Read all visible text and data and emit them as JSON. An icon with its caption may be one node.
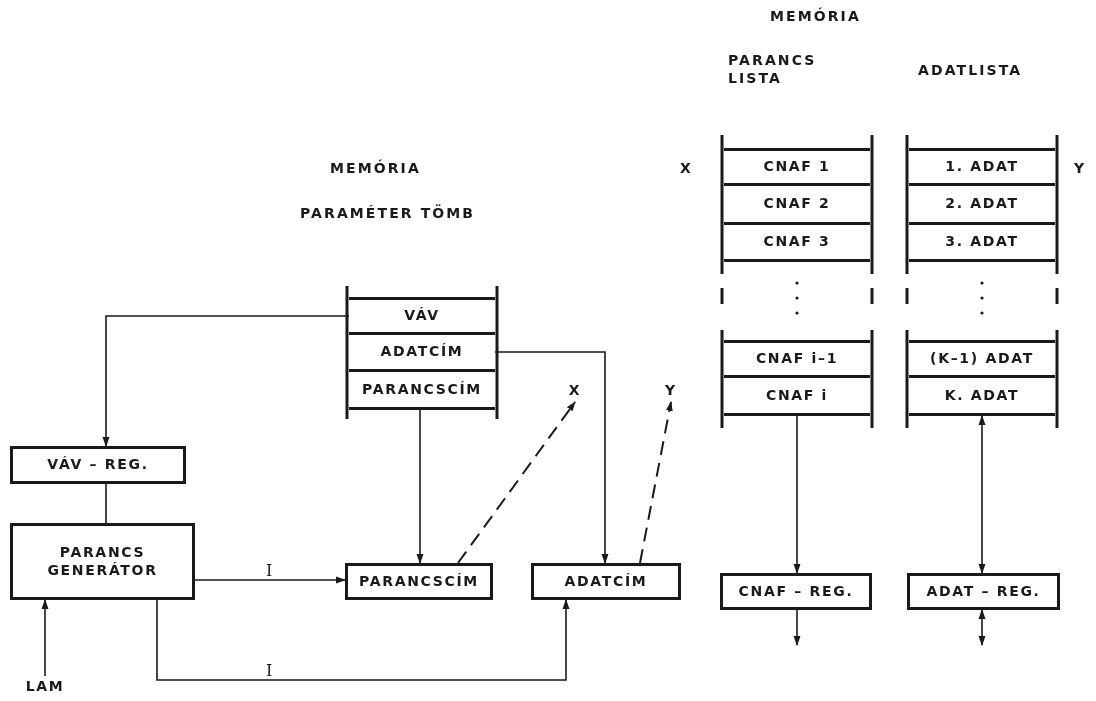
{
  "diagram": {
    "nodes": [
      {
        "text": [
          "VÁV"
        ]
      },
      {
        "text": [
          "ADATCÍM"
        ]
      },
      {
        "text": [
          "PARANCSCÍM"
        ]
      },
      {
        "text": [
          "VÁV – REG."
        ]
      },
      {
        "text": [
          "PARANCS GENERÁTOR"
        ]
      },
      {
        "text": [
          "LAM"
        ]
      },
      {
        "text": [
          "PARANCSCÍM"
        ]
      },
      {
        "text": [
          "ADATCÍM"
        ]
      },
      {
        "text": [
          "X"
        ]
      },
      {
        "text": [
          "Y"
        ]
      },
      {
        "text": [
          "CNAF 1"
        ],
        "beside": [
          "X"
        ]
      },
      {
        "text": [
          "CNAF 2"
        ]
      },
      {
        "text": [
          "CNAF 3"
        ]
      },
      {
        "text": [
          "CNAF i–1"
        ]
      },
      {
        "text": [
          "CNAF i"
        ]
      },
      {
        "text": [
          "1. ADAT"
        ],
        "beside": [
          "Y"
        ]
      },
      {
        "text": [
          "2. ADAT"
        ]
      },
      {
        "text": [
          "3. ADAT"
        ]
      },
      {
        "text": [
          "(K–1) ADAT"
        ]
      },
      {
        "text": [
          "K. ADAT"
        ]
      },
      {
        "text": [
          "CNAF – REG."
        ]
      },
      {
        "text": [
          "ADAT – REG."
        ]
      }
    ],
    "edges": [
      {
        "from": 0,
        "to": 3,
        "arrow": "to"
      },
      {
        "from": 3,
        "to": 4,
        "arrow": "none"
      },
      {
        "from": 5,
        "to": 4,
        "arrow": "to"
      },
      {
        "from": 4,
        "to": 6,
        "arrow": "to",
        "label": "I"
      },
      {
        "from": 4,
        "to": 7,
        "arrow": "to",
        "label": "I"
      },
      {
        "from": 2,
        "to": 6,
        "arrow": "to"
      },
      {
        "from": 1,
        "to": 7,
        "arrow": "to"
      },
      {
        "from": 6,
        "to": 8,
        "arrow": "to",
        "style": "dashed"
      },
      {
        "from": 7,
        "to": 9,
        "arrow": "to",
        "style": "dashed"
      },
      {
        "from": 14,
        "to": 20,
        "arrow": "to"
      },
      {
        "from": 19,
        "to": 21,
        "arrow": "both"
      },
      {
        "from": 20,
        "to": null,
        "arrow": "to"
      },
      {
        "from": 21,
        "to": null,
        "arrow": "both"
      }
    ],
    "labels": [
      "MEMÓRIA",
      "PARAMÉTER TÖMB",
      "MEMÓRIA",
      "PARANCS LISTA",
      "ADATLISTA"
    ]
  }
}
